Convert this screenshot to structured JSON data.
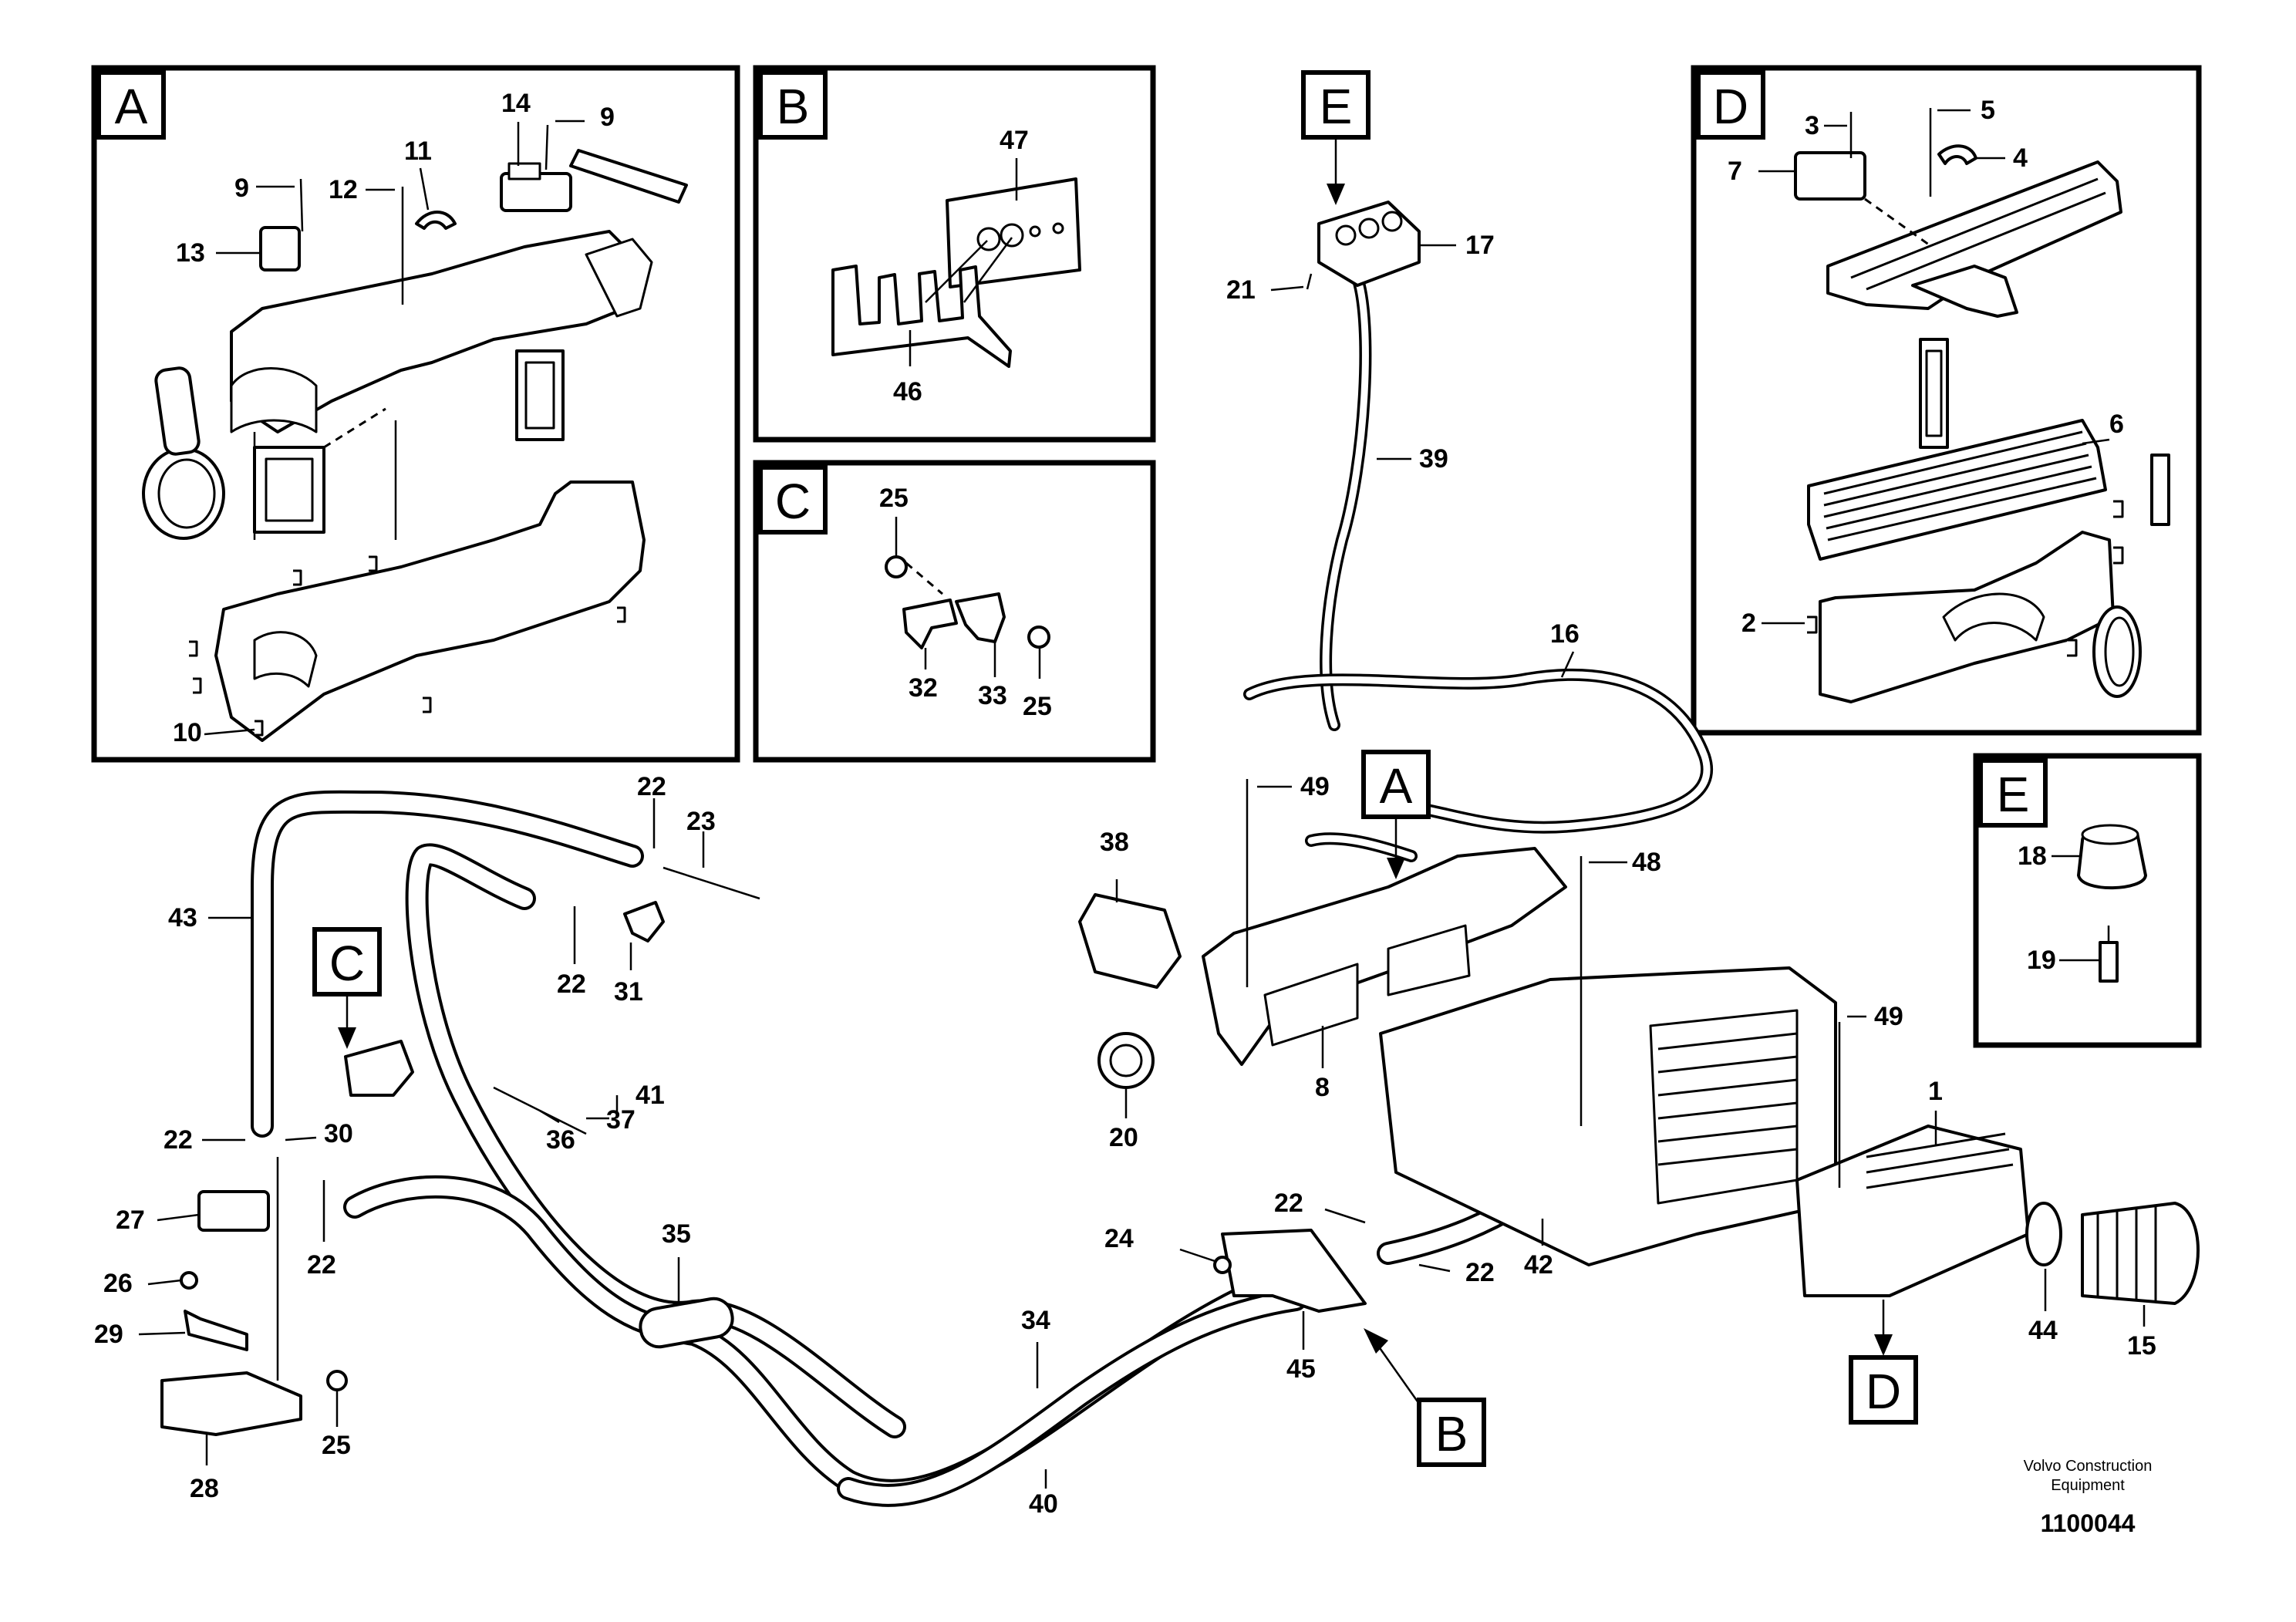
{
  "panels": {
    "A": "A",
    "B": "B",
    "C": "C",
    "D": "D",
    "E": "E"
  },
  "callouts": {
    "panel_a": [
      "9",
      "9",
      "10",
      "11",
      "12",
      "13",
      "14"
    ],
    "panel_b": [
      "46",
      "47"
    ],
    "panel_c": [
      "25",
      "25",
      "32",
      "33"
    ],
    "panel_d": [
      "2",
      "3",
      "4",
      "5",
      "6",
      "7"
    ],
    "panel_e": [
      "18",
      "19"
    ],
    "main": [
      "1",
      "8",
      "15",
      "16",
      "17",
      "20",
      "21",
      "22",
      "22",
      "22",
      "22",
      "22",
      "22",
      "23",
      "24",
      "25",
      "26",
      "27",
      "28",
      "29",
      "30",
      "31",
      "34",
      "35",
      "36",
      "37",
      "38",
      "39",
      "40",
      "41",
      "42",
      "43",
      "44",
      "45",
      "48",
      "49",
      "49"
    ]
  },
  "footer": {
    "maker_line1": "Volvo Construction",
    "maker_line2": "Equipment",
    "drawing_number": "1100044"
  }
}
